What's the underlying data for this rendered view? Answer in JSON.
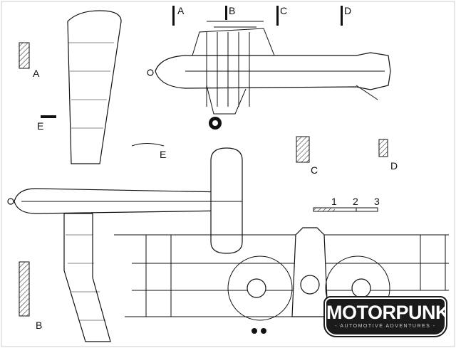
{
  "section_markers": {
    "a": "A",
    "b": "B",
    "c": "C",
    "d": "D"
  },
  "section_labels": {
    "a": "A",
    "e1": "E",
    "e2": "E",
    "c": "C",
    "d": "D",
    "b": "B"
  },
  "scale": {
    "t1": "1",
    "t2": "2",
    "t3": "3"
  },
  "logo": {
    "title": "MOTORPUNK",
    "subtitle": "- AUTOMOTIVE ADVENTURES -"
  }
}
